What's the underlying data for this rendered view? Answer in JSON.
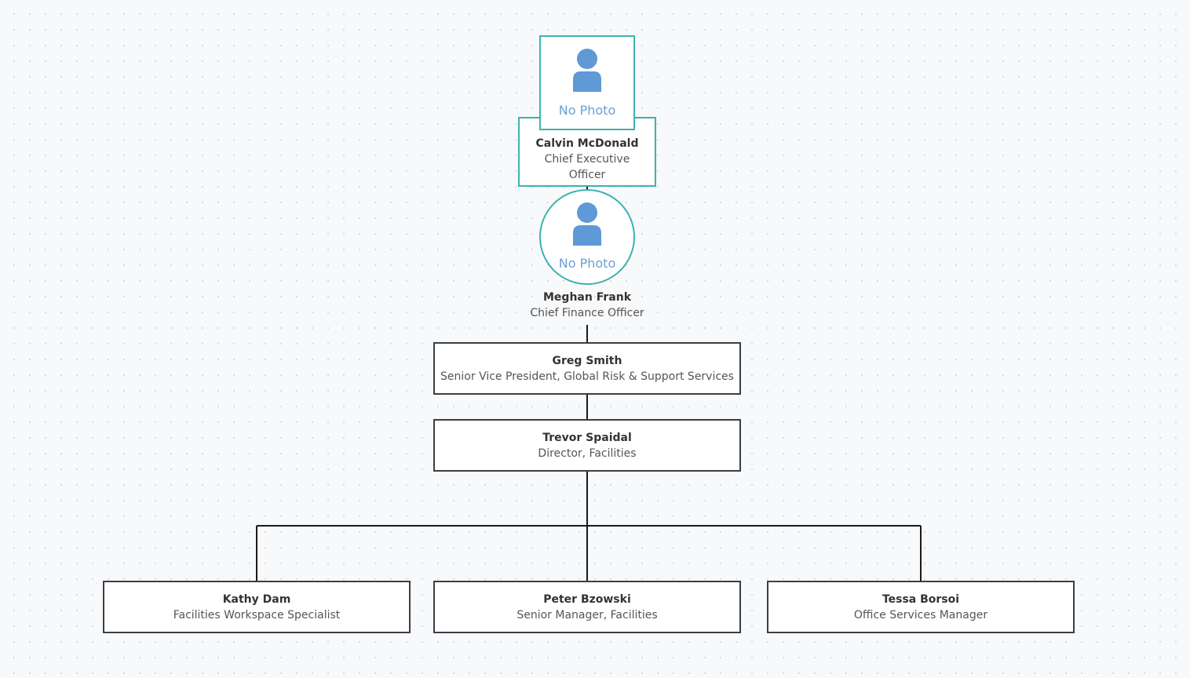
{
  "chart": {
    "no_photo_label": "No Photo",
    "colors": {
      "accent": "#3cb2b0",
      "connector": "#1a1a1a",
      "avatar": "#5f99d6",
      "box_border": "#3a3f44"
    },
    "nodes": {
      "ceo": {
        "name": "Calvin McDonald",
        "title": "Chief Executive Officer"
      },
      "cfo": {
        "name": "Meghan Frank",
        "title": "Chief Finance Officer"
      },
      "svp": {
        "name": "Greg Smith",
        "title": "Senior Vice President, Global Risk & Support Services"
      },
      "director": {
        "name": "Trevor Spaidal",
        "title": "Director, Facilities"
      },
      "report1": {
        "name": "Kathy Dam",
        "title": "Facilities Workspace Specialist"
      },
      "report2": {
        "name": "Peter Bzowski",
        "title": "Senior Manager, Facilities"
      },
      "report3": {
        "name": "Tessa Borsoi",
        "title": "Office Services Manager"
      }
    }
  }
}
